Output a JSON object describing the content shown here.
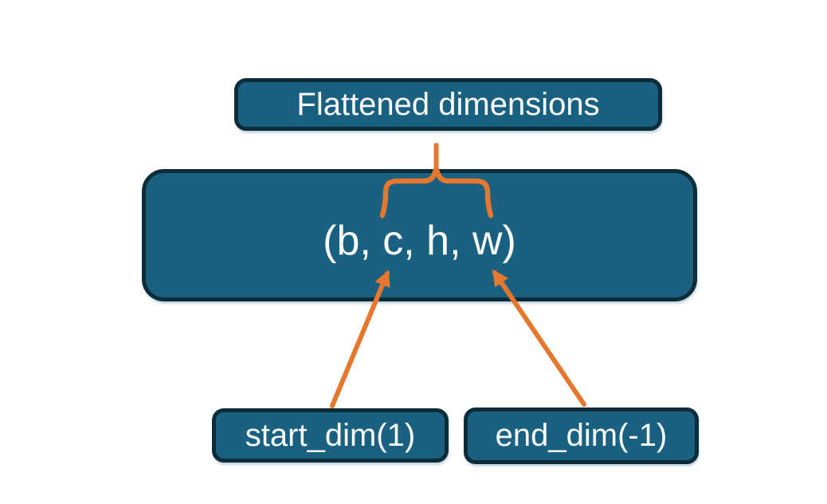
{
  "diagram": {
    "nodes": {
      "flattened": {
        "label": "Flattened dimensions"
      },
      "tensor": {
        "label": "(b, c, h, w)"
      },
      "start_dim": {
        "label": "start_dim(1)"
      },
      "end_dim": {
        "label": "end_dim(-1)"
      }
    },
    "colors": {
      "box_fill": "#1a6181",
      "box_border": "#0d2c3a",
      "connector": "#e5782e",
      "text": "#fafbfb",
      "background": "#ffffff"
    }
  }
}
